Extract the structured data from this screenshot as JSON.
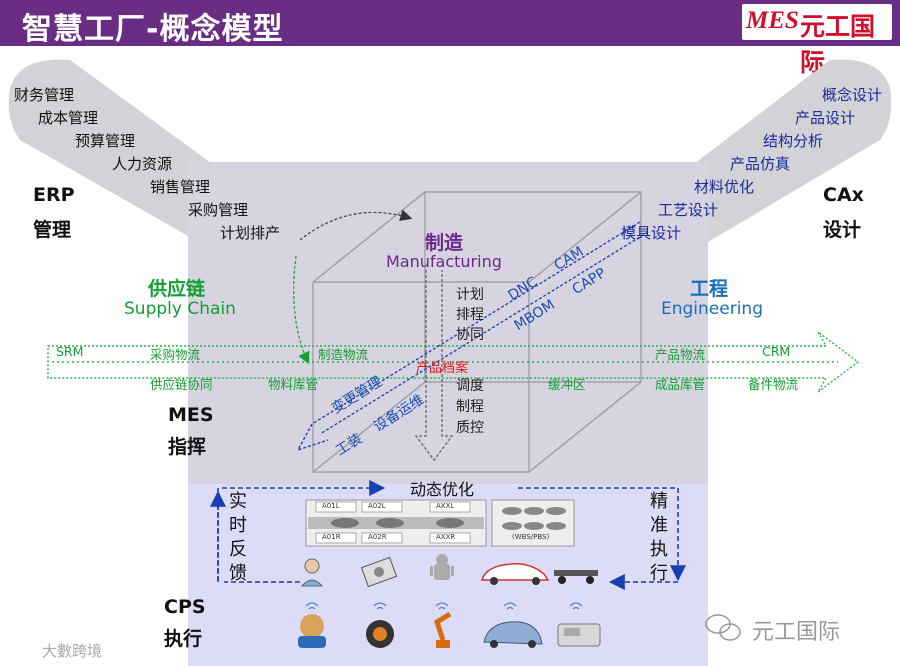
{
  "header": {
    "title": "智慧工厂-概念模型",
    "logo_mes": "MES",
    "logo_text": "元工国际"
  },
  "erp": {
    "items": [
      "财务管理",
      "成本管理",
      "预算管理",
      "人力资源",
      "销售管理",
      "采购管理",
      "计划排产"
    ],
    "label_1": "ERP",
    "label_2": "管理"
  },
  "cax": {
    "items": [
      "概念设计",
      "产品设计",
      "结构分析",
      "产品仿真",
      "材料优化",
      "工艺设计",
      "模具设计"
    ],
    "label_1": "CAx",
    "label_2": "设计"
  },
  "manufacturing": {
    "cn": "制造",
    "en": "Manufacturing"
  },
  "supply_chain": {
    "cn": "供应链",
    "en": "Supply Chain"
  },
  "engineering": {
    "cn": "工程",
    "en": "Engineering"
  },
  "mes": {
    "label_1": "MES",
    "label_2": "指挥"
  },
  "cps": {
    "label_1": "CPS",
    "label_2": "执行"
  },
  "flow_top": [
    "SRM",
    "采购物流",
    "制造物流",
    "产品物流",
    "CRM"
  ],
  "flow_bottom": [
    "供应链协同",
    "物料库管",
    "缓冲区",
    "成品库管",
    "备件物流"
  ],
  "product_archive": "产品档案",
  "mes_column_top": [
    "计划",
    "排程",
    "协同"
  ],
  "mes_column_bottom": [
    "调度",
    "制程",
    "质控"
  ],
  "diag_top": [
    "DNC",
    "CAM",
    "MBOM",
    "CAPP"
  ],
  "diag_bottom": [
    "变更管理",
    "工装",
    "设备运维"
  ],
  "dynamic_opt": "动态优化",
  "realtime_feedback": [
    "实",
    "时",
    "反",
    "馈"
  ],
  "precise_exec": [
    "精",
    "准",
    "执",
    "行"
  ],
  "line_labels": [
    "A01L",
    "A02L",
    "AXXL",
    "A01R",
    "A02R",
    "AXXR"
  ],
  "wbs_label": "(WBS/PBS)",
  "watermark_left": "大數跨境",
  "watermark_right": "元工国际",
  "colors": {
    "header": "#6a2d84",
    "brand_red": "#d0102a",
    "green": "#12a032",
    "blue": "#1a4fb0",
    "cube_fill": "#d7d3e0",
    "cps_fill": "#dcdcf6"
  }
}
